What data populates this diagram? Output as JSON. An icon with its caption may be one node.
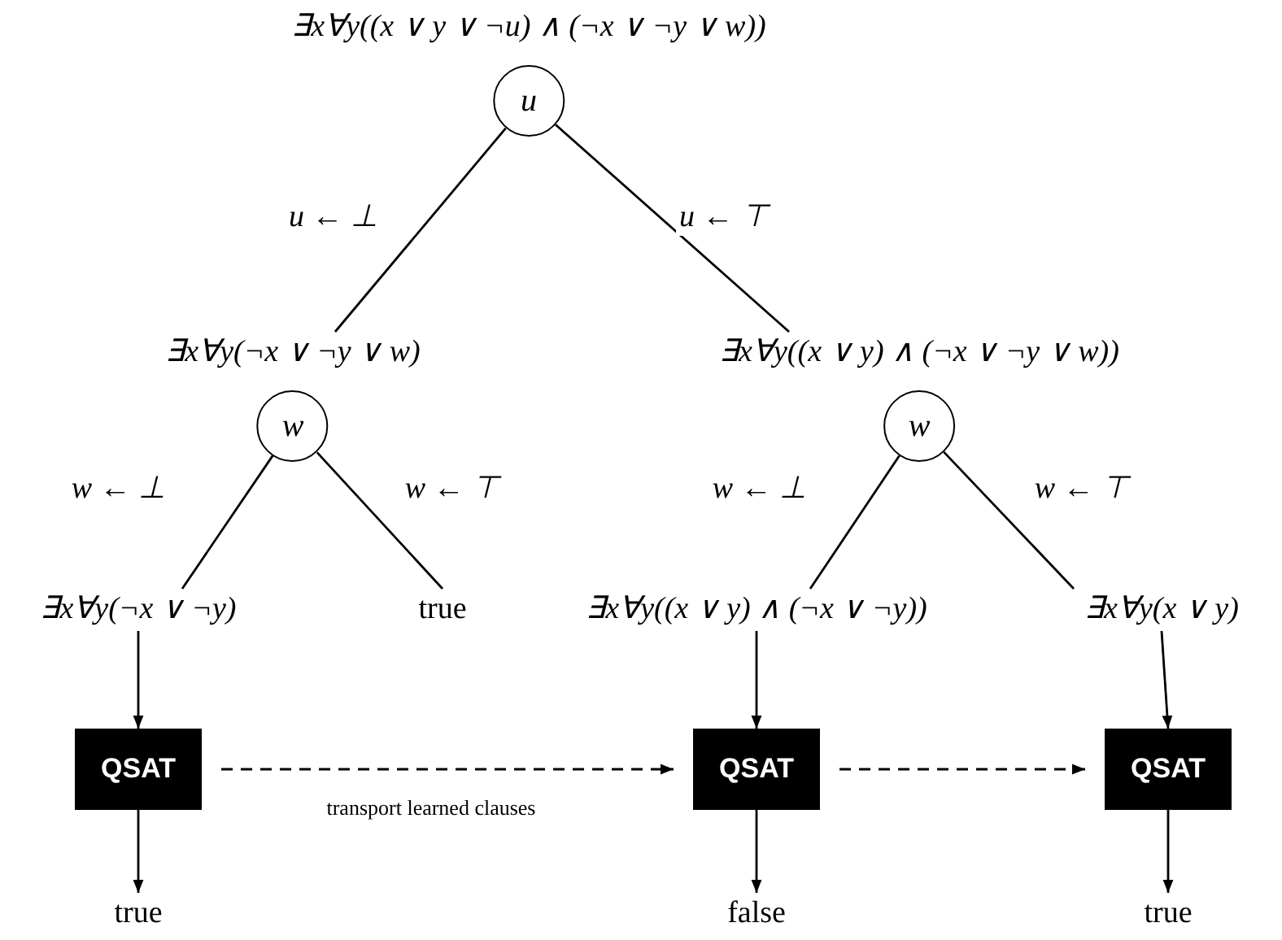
{
  "diagram": {
    "nodes": [
      {
        "text": [
          "u"
        ],
        "beside": [
          "∃x∀y((x ∨ y ∨ ¬u) ∧ (¬x ∨ ¬y ∨ w))"
        ]
      },
      {
        "text": [
          "w"
        ],
        "beside": [
          "∃x∀y(¬x ∨ ¬y ∨ w)"
        ]
      },
      {
        "text": [
          "w"
        ],
        "beside": [
          "∃x∀y((x ∨ y) ∧ (¬x ∨ ¬y ∨ w))"
        ]
      },
      {
        "text": [
          "∃x∀y(¬x ∨ ¬y)"
        ]
      },
      {
        "text": [
          "true"
        ]
      },
      {
        "text": [
          "∃x∀y((x ∨ y) ∧ (¬x ∨ ¬y))"
        ]
      },
      {
        "text": [
          "∃x∀y(x ∨ y)"
        ]
      },
      {
        "text": [
          "QSAT"
        ]
      },
      {
        "text": [
          "QSAT"
        ]
      },
      {
        "text": [
          "QSAT"
        ]
      },
      {
        "text": [
          "true"
        ]
      },
      {
        "text": [
          "false"
        ]
      },
      {
        "text": [
          "true"
        ]
      }
    ],
    "edges": [
      {
        "from": 0,
        "to": 1,
        "arrow": "none",
        "label": "u ← ⊥"
      },
      {
        "from": 0,
        "to": 2,
        "arrow": "none",
        "label": "u ← ⊤"
      },
      {
        "from": 1,
        "to": 3,
        "arrow": "none",
        "label": "w ← ⊥"
      },
      {
        "from": 1,
        "to": 4,
        "arrow": "none",
        "label": "w ← ⊤"
      },
      {
        "from": 2,
        "to": 5,
        "arrow": "none",
        "label": "w ← ⊥"
      },
      {
        "from": 2,
        "to": 6,
        "arrow": "none",
        "label": "w ← ⊤"
      },
      {
        "from": 3,
        "to": 7,
        "arrow": "to"
      },
      {
        "from": 5,
        "to": 8,
        "arrow": "to"
      },
      {
        "from": 6,
        "to": 9,
        "arrow": "to"
      },
      {
        "from": 7,
        "to": 10,
        "arrow": "to"
      },
      {
        "from": 8,
        "to": 11,
        "arrow": "to"
      },
      {
        "from": 9,
        "to": 12,
        "arrow": "to"
      },
      {
        "from": 7,
        "to": 8,
        "arrow": "to",
        "style": "dashed",
        "label": "transport learned clauses"
      },
      {
        "from": 8,
        "to": 9,
        "arrow": "to",
        "style": "dashed"
      }
    ]
  }
}
